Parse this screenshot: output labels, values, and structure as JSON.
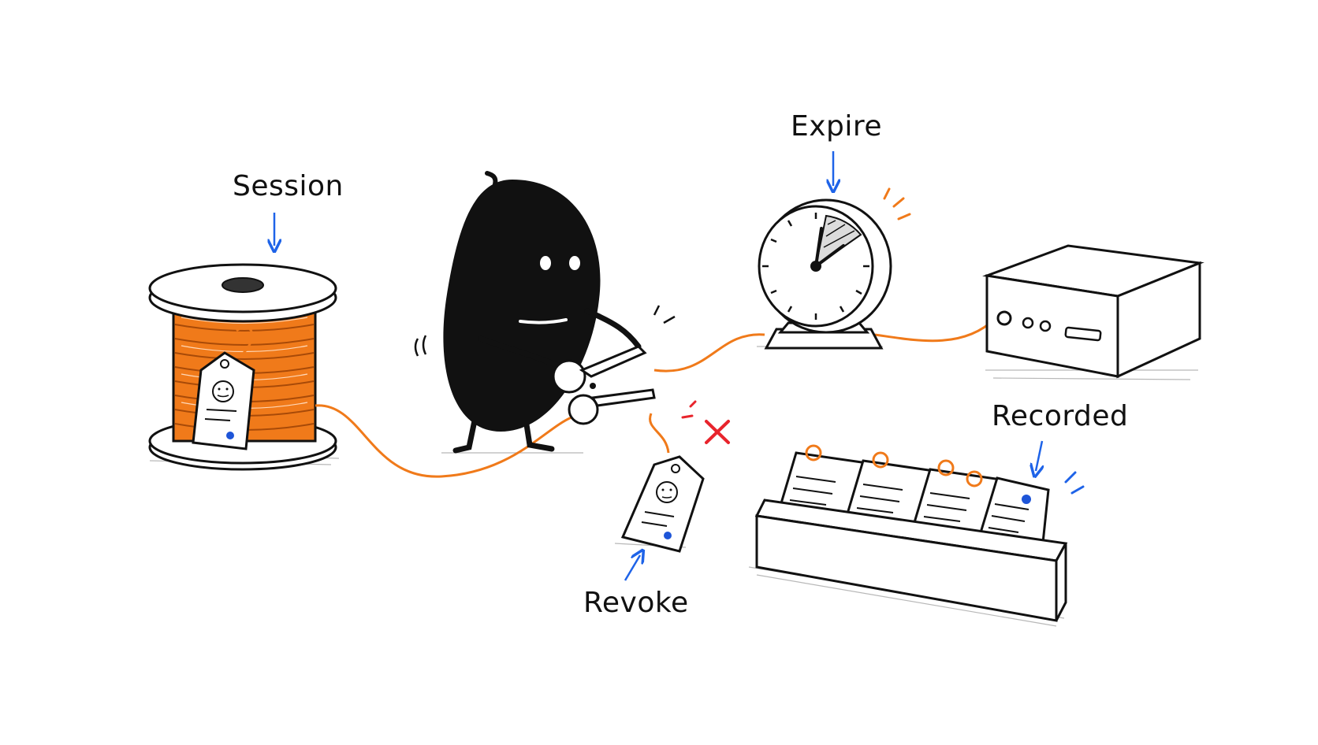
{
  "labels": {
    "session": "Session",
    "expire": "Expire",
    "recorded": "Recorded",
    "revoke": "Revoke"
  },
  "colors": {
    "ink": "#111111",
    "accent_orange": "#f07a1a",
    "arrow_blue": "#1e63e8",
    "cross_red": "#e8242c",
    "tag_dot_blue": "#1e55d8"
  },
  "icons": {
    "spool": "thread-spool-icon",
    "character": "blob-character-icon",
    "scissors": "scissors-icon",
    "clock": "clock-icon",
    "device": "server-box-icon",
    "tray": "card-tray-icon"
  }
}
